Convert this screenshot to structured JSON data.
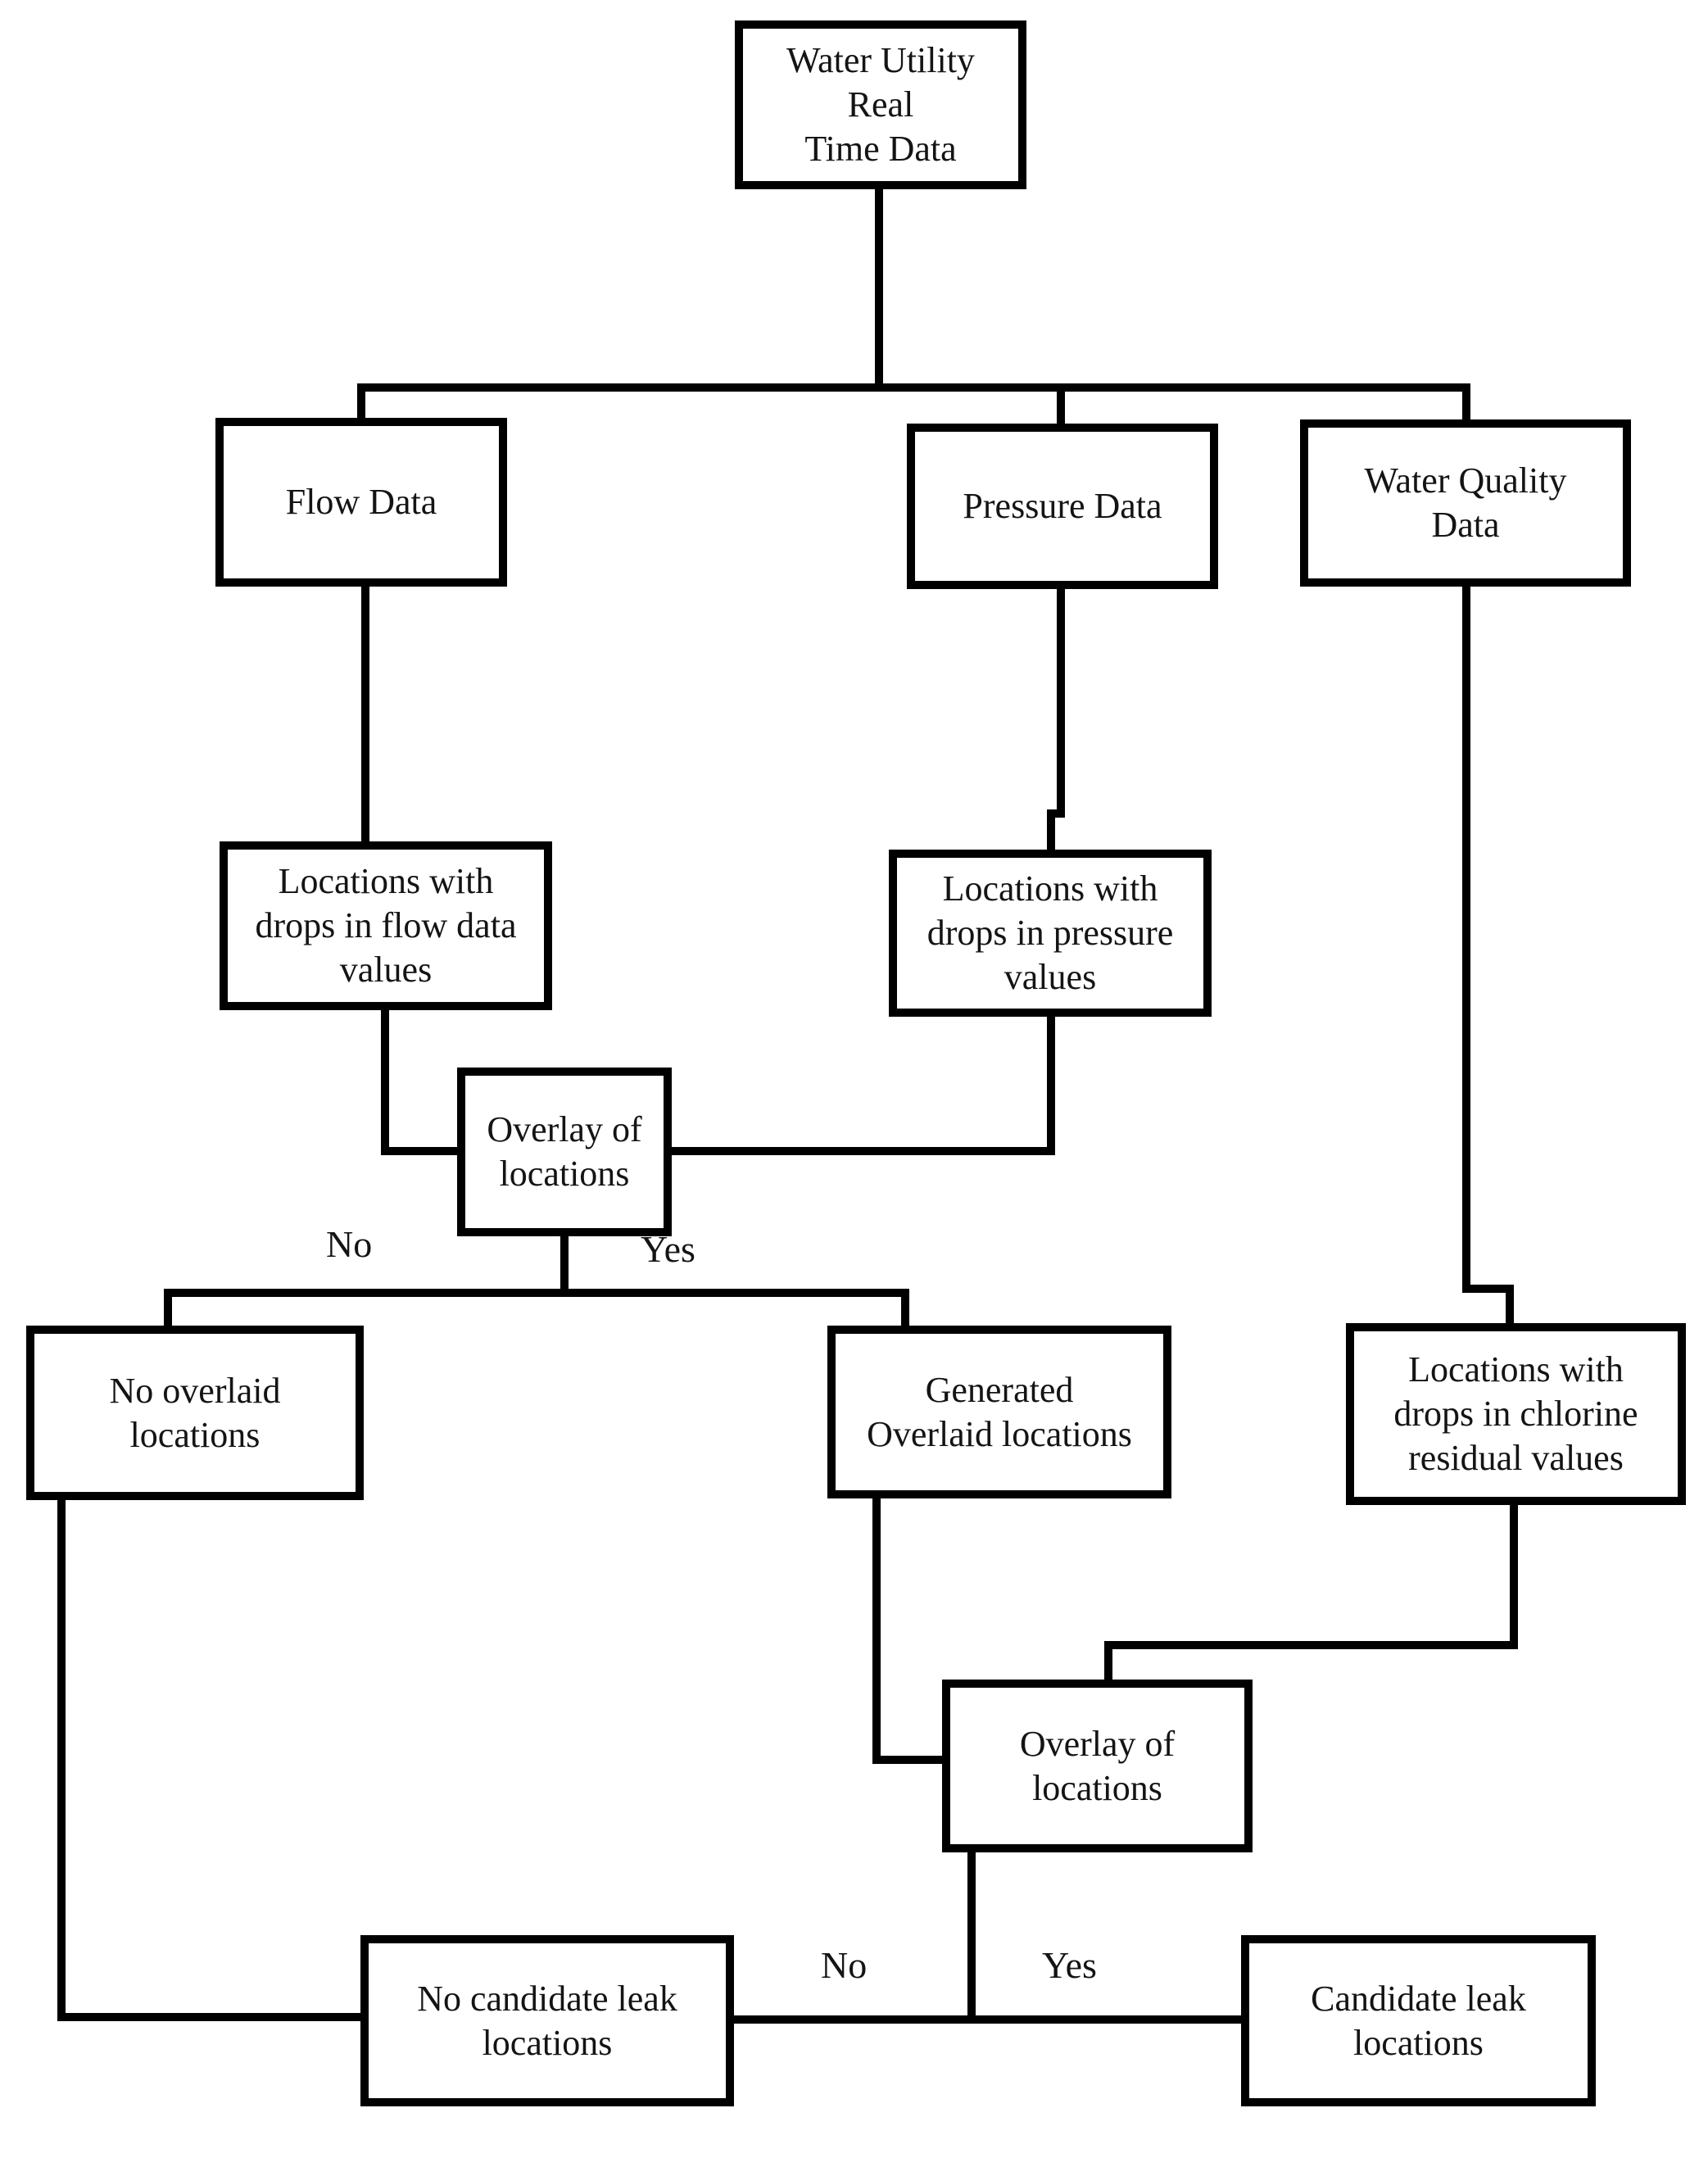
{
  "diagram": {
    "type": "flowchart",
    "colors": {
      "background": "#ffffff",
      "box_fill": "#ffffff",
      "box_border": "#000000",
      "line": "#000000",
      "text": "#141414"
    },
    "nodes": {
      "root": {
        "label": "Water Utility Real\nTime Data"
      },
      "flow": {
        "label": "Flow Data"
      },
      "pressure": {
        "label": "Pressure Data"
      },
      "water_quality": {
        "label": "Water Quality\nData"
      },
      "flow_drops": {
        "label": "Locations with\ndrops in flow data\nvalues"
      },
      "pressure_drops": {
        "label": "Locations with\ndrops in pressure\nvalues"
      },
      "overlay1": {
        "label": "Overlay of\nlocations"
      },
      "no_overlaid": {
        "label": "No overlaid\nlocations"
      },
      "generated_overlaid": {
        "label": "Generated\nOverlaid locations"
      },
      "chlorine_drops": {
        "label": "Locations with\ndrops in chlorine\nresidual values"
      },
      "overlay2": {
        "label": "Overlay of\nlocations"
      },
      "no_candidate": {
        "label": "No candidate leak\nlocations"
      },
      "candidate": {
        "label": "Candidate leak\nlocations"
      }
    },
    "labels": {
      "no1": "No",
      "yes1": "Yes",
      "no2": "No",
      "yes2": "Yes"
    },
    "edges": [
      {
        "from": "Water Utility Real Time Data",
        "to": "Flow Data",
        "label": ""
      },
      {
        "from": "Water Utility Real Time Data",
        "to": "Pressure Data",
        "label": ""
      },
      {
        "from": "Water Utility Real Time Data",
        "to": "Water Quality Data",
        "label": ""
      },
      {
        "from": "Flow Data",
        "to": "Locations with drops in flow data values",
        "label": ""
      },
      {
        "from": "Pressure Data",
        "to": "Locations with drops in pressure values",
        "label": ""
      },
      {
        "from": "Water Quality Data",
        "to": "Locations with drops in chlorine residual values",
        "label": ""
      },
      {
        "from": "Locations with drops in flow data values",
        "to": "Overlay of locations (1)",
        "label": ""
      },
      {
        "from": "Locations with drops in pressure values",
        "to": "Overlay of locations (1)",
        "label": ""
      },
      {
        "from": "Overlay of locations (1)",
        "to": "No overlaid locations",
        "label": "No"
      },
      {
        "from": "Overlay of locations (1)",
        "to": "Generated Overlaid locations",
        "label": "Yes"
      },
      {
        "from": "Generated Overlaid locations",
        "to": "Overlay of locations (2)",
        "label": ""
      },
      {
        "from": "Locations with drops in chlorine residual values",
        "to": "Overlay of locations (2)",
        "label": ""
      },
      {
        "from": "Overlay of locations (2)",
        "to": "No candidate leak locations",
        "label": "No"
      },
      {
        "from": "Overlay of locations (2)",
        "to": "Candidate leak locations",
        "label": "Yes"
      },
      {
        "from": "No overlaid locations",
        "to": "No candidate leak locations",
        "label": ""
      }
    ]
  }
}
